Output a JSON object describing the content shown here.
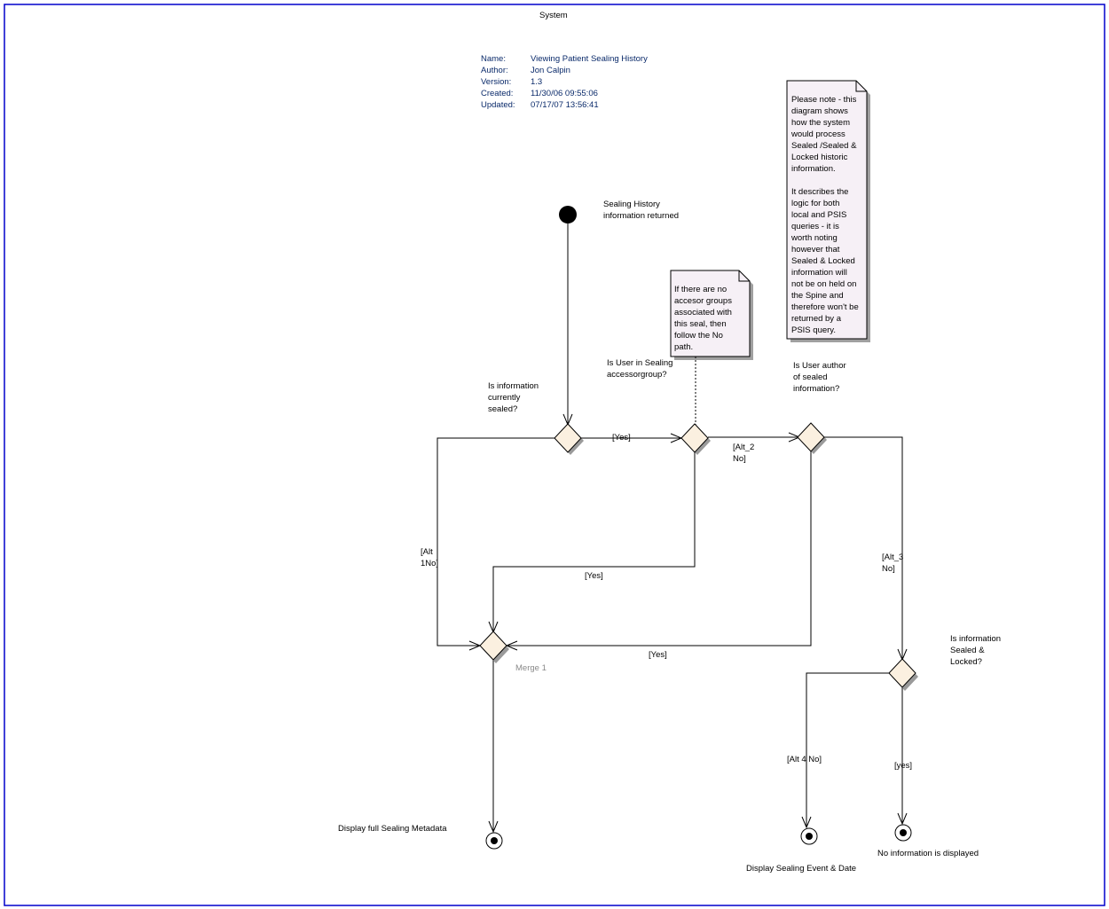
{
  "frame": {
    "border_color": "#0000cc",
    "title": "System"
  },
  "meta": {
    "rows": [
      {
        "key": "Name:",
        "value": "Viewing Patient Sealing History"
      },
      {
        "key": "Author:",
        "value": "Jon Calpin"
      },
      {
        "key": "Version:",
        "value": "1.3"
      },
      {
        "key": "Created:",
        "value": "11/30/06 09:55:06"
      },
      {
        "key": "Updated:",
        "value": "07/17/07 13:56:41"
      }
    ]
  },
  "notes": {
    "system_note": [
      "Please note - this",
      "diagram shows",
      "how the system",
      "would process",
      "Sealed /Sealed &",
      "Locked historic",
      "information.",
      "",
      "It describes the",
      "logic for both",
      "local and PSIS",
      "queries - it is",
      "worth noting",
      "however that",
      "Sealed & Locked",
      "information will",
      "not be on held on",
      "the Spine and",
      "therefore won't be",
      "returned by a",
      "PSIS query."
    ],
    "accessor_note": [
      "If there are no",
      "accesor groups",
      "associated with",
      "this seal, then",
      "follow the No",
      "path."
    ]
  },
  "nodes": {
    "start_label": [
      "Sealing History",
      "information returned"
    ],
    "d1_label": [
      "Is information",
      "currently",
      "sealed?"
    ],
    "d2_label": [
      "Is User in Sealing",
      "accessorgroup?"
    ],
    "d3_label": [
      "Is User author",
      "of sealed",
      "information?"
    ],
    "d4_label": [
      "Is information",
      "Sealed &",
      "Locked?"
    ],
    "merge_label": "Merge 1",
    "end1_label": "Display full Sealing Metadata",
    "end2_label": "Display Sealing Event & Date",
    "end3_label": "No information is displayed"
  },
  "edges": {
    "yes1": "[Yes]",
    "alt2": [
      "[Alt_2",
      "No]"
    ],
    "alt1": [
      "[Alt",
      "1No]"
    ],
    "yes2": "[Yes]",
    "yes3": "[Yes]",
    "alt3": [
      "[Alt_3",
      "No]"
    ],
    "alt4": "[Alt 4 No]",
    "yes4": "[yes]"
  }
}
